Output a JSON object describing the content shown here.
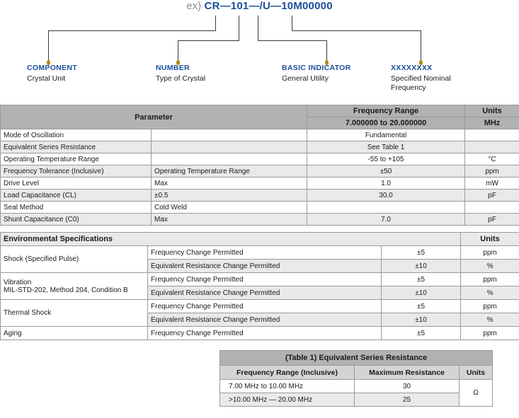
{
  "part_number": {
    "prefix": "ex)",
    "code": "CR—101—/U—10M00000",
    "segments": [
      {
        "title": "COMPONENT",
        "desc_line1": "Crystal Unit",
        "desc_line2": ""
      },
      {
        "title": "NUMBER",
        "desc_line1": "Type of Crystal",
        "desc_line2": ""
      },
      {
        "title": "BASIC INDICATOR",
        "desc_line1": "General Utility",
        "desc_line2": ""
      },
      {
        "title": "XXXXXXXX",
        "desc_line1": "Specified Nominal",
        "desc_line2": "Frequency"
      }
    ]
  },
  "parameter_table": {
    "headers": {
      "parameter": "Parameter",
      "frequency_range": "Frequency Range",
      "frequency_range_value": "7.000000 to 20.000000",
      "units": "Units",
      "units_value": "MHz"
    },
    "rows": [
      {
        "name": "Mode of Oscillation",
        "cond": "",
        "value": "Fundamental",
        "unit": ""
      },
      {
        "name": "Equivalent Series Resistance",
        "cond": "",
        "value": "See Table 1",
        "unit": ""
      },
      {
        "name": "Operating Temperature Range",
        "cond": "",
        "value": "-55 to +105",
        "unit": "°C"
      },
      {
        "name": "Frequency Tolerance (Inclusive)",
        "cond": "Operating Temperature Range",
        "value": "±50",
        "unit": "ppm"
      },
      {
        "name": "Drive Level",
        "cond": "Max",
        "value": "1.0",
        "unit": "mW"
      },
      {
        "name": "Load Capacitance (CL)",
        "cond": "±0.5",
        "value": "30.0",
        "unit": "pF"
      },
      {
        "name": "Seal Method",
        "cond": "Cold Weld",
        "value": "",
        "unit": ""
      },
      {
        "name": "Shunt Capacitance (C0)",
        "cond": "Max",
        "value": "7.0",
        "unit": "pF"
      }
    ]
  },
  "environmental_table": {
    "title": "Environmental Specifications",
    "units_header": "Units",
    "groups": [
      {
        "name_line1": "Shock (Specified Pulse)",
        "name_line2": "",
        "rows": [
          {
            "criterion": "Frequency Change Permitted",
            "value": "±5",
            "unit": "ppm"
          },
          {
            "criterion": "Equivalent Resistance Change Permitted",
            "value": "±10",
            "unit": "%"
          }
        ]
      },
      {
        "name_line1": "Vibration",
        "name_line2": "MIL-STD-202, Method 204, Condition B",
        "rows": [
          {
            "criterion": "Frequency Change Permitted",
            "value": "±5",
            "unit": "ppm"
          },
          {
            "criterion": "Equivalent Resistance Change Permitted",
            "value": "±10",
            "unit": "%"
          }
        ]
      },
      {
        "name_line1": "Thermal Shock",
        "name_line2": "",
        "rows": [
          {
            "criterion": "Frequency Change Permitted",
            "value": "±5",
            "unit": "ppm"
          },
          {
            "criterion": "Equivalent Resistance Change Permitted",
            "value": "±10",
            "unit": "%"
          }
        ]
      },
      {
        "name_line1": "Aging",
        "name_line2": "",
        "rows": [
          {
            "criterion": "Frequency Change Permitted",
            "value": "±5",
            "unit": "ppm"
          }
        ]
      }
    ]
  },
  "table_one": {
    "title": "(Table 1) Equivalent Series Resistance",
    "headers": [
      "Frequency Range (Inclusive)",
      "Maximum Resistance",
      "Units"
    ],
    "unit_symbol": "Ω",
    "rows": [
      {
        "range": "7.00 MHz to 10.00 MHz",
        "resistance": "30"
      },
      {
        "range": ">10.00 MHz — 20.00 MHz",
        "resistance": "25"
      }
    ]
  },
  "colors": {
    "accent_blue": "#1b4f9c",
    "header_gray": "#b0b2b4",
    "row_alt": "#e9e9e9",
    "dot_gold": "#b8860b",
    "line_gray": "#3a3a3a"
  }
}
